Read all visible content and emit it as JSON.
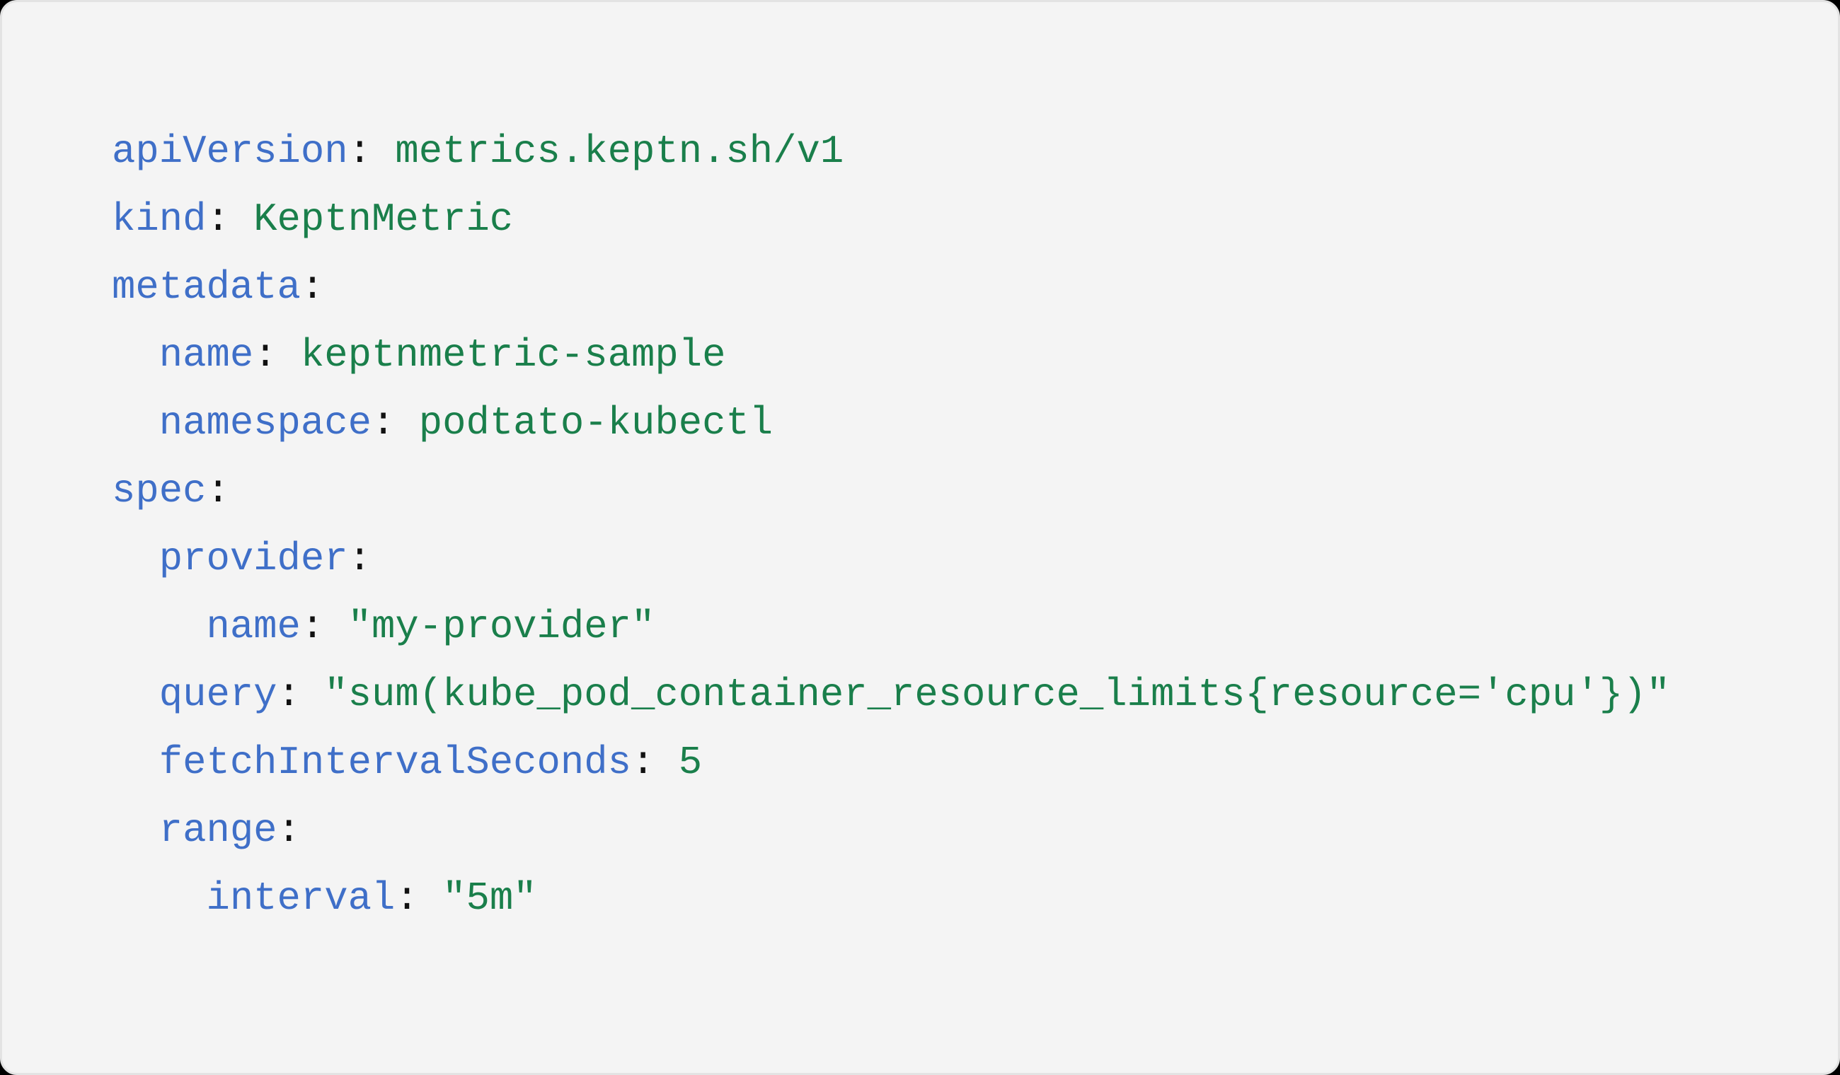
{
  "theme": {
    "background": "#f4f4f4",
    "border": "#e3e3e3",
    "key_color": "#3f6fc8",
    "value_color": "#1a7f4b",
    "punctuation_color": "#111111"
  },
  "code_block": {
    "language": "yaml",
    "lines": [
      {
        "indent": "",
        "key": "apiVersion",
        "sep": ":",
        "value": " metrics.keptn.sh/v1"
      },
      {
        "indent": "",
        "key": "kind",
        "sep": ":",
        "value": " KeptnMetric"
      },
      {
        "indent": "",
        "key": "metadata",
        "sep": ":",
        "value": ""
      },
      {
        "indent": "  ",
        "key": "name",
        "sep": ":",
        "value": " keptnmetric-sample"
      },
      {
        "indent": "  ",
        "key": "namespace",
        "sep": ":",
        "value": " podtato-kubectl"
      },
      {
        "indent": "",
        "key": "spec",
        "sep": ":",
        "value": ""
      },
      {
        "indent": "  ",
        "key": "provider",
        "sep": ":",
        "value": ""
      },
      {
        "indent": "    ",
        "key": "name",
        "sep": ":",
        "value": " \"my-provider\""
      },
      {
        "indent": "  ",
        "key": "query",
        "sep": ":",
        "value": " \"sum(kube_pod_container_resource_limits{resource='cpu'})\""
      },
      {
        "indent": "  ",
        "key": "fetchIntervalSeconds",
        "sep": ":",
        "value": " 5"
      },
      {
        "indent": "  ",
        "key": "range",
        "sep": ":",
        "value": ""
      },
      {
        "indent": "    ",
        "key": "interval",
        "sep": ":",
        "value": " \"5m\""
      }
    ]
  }
}
